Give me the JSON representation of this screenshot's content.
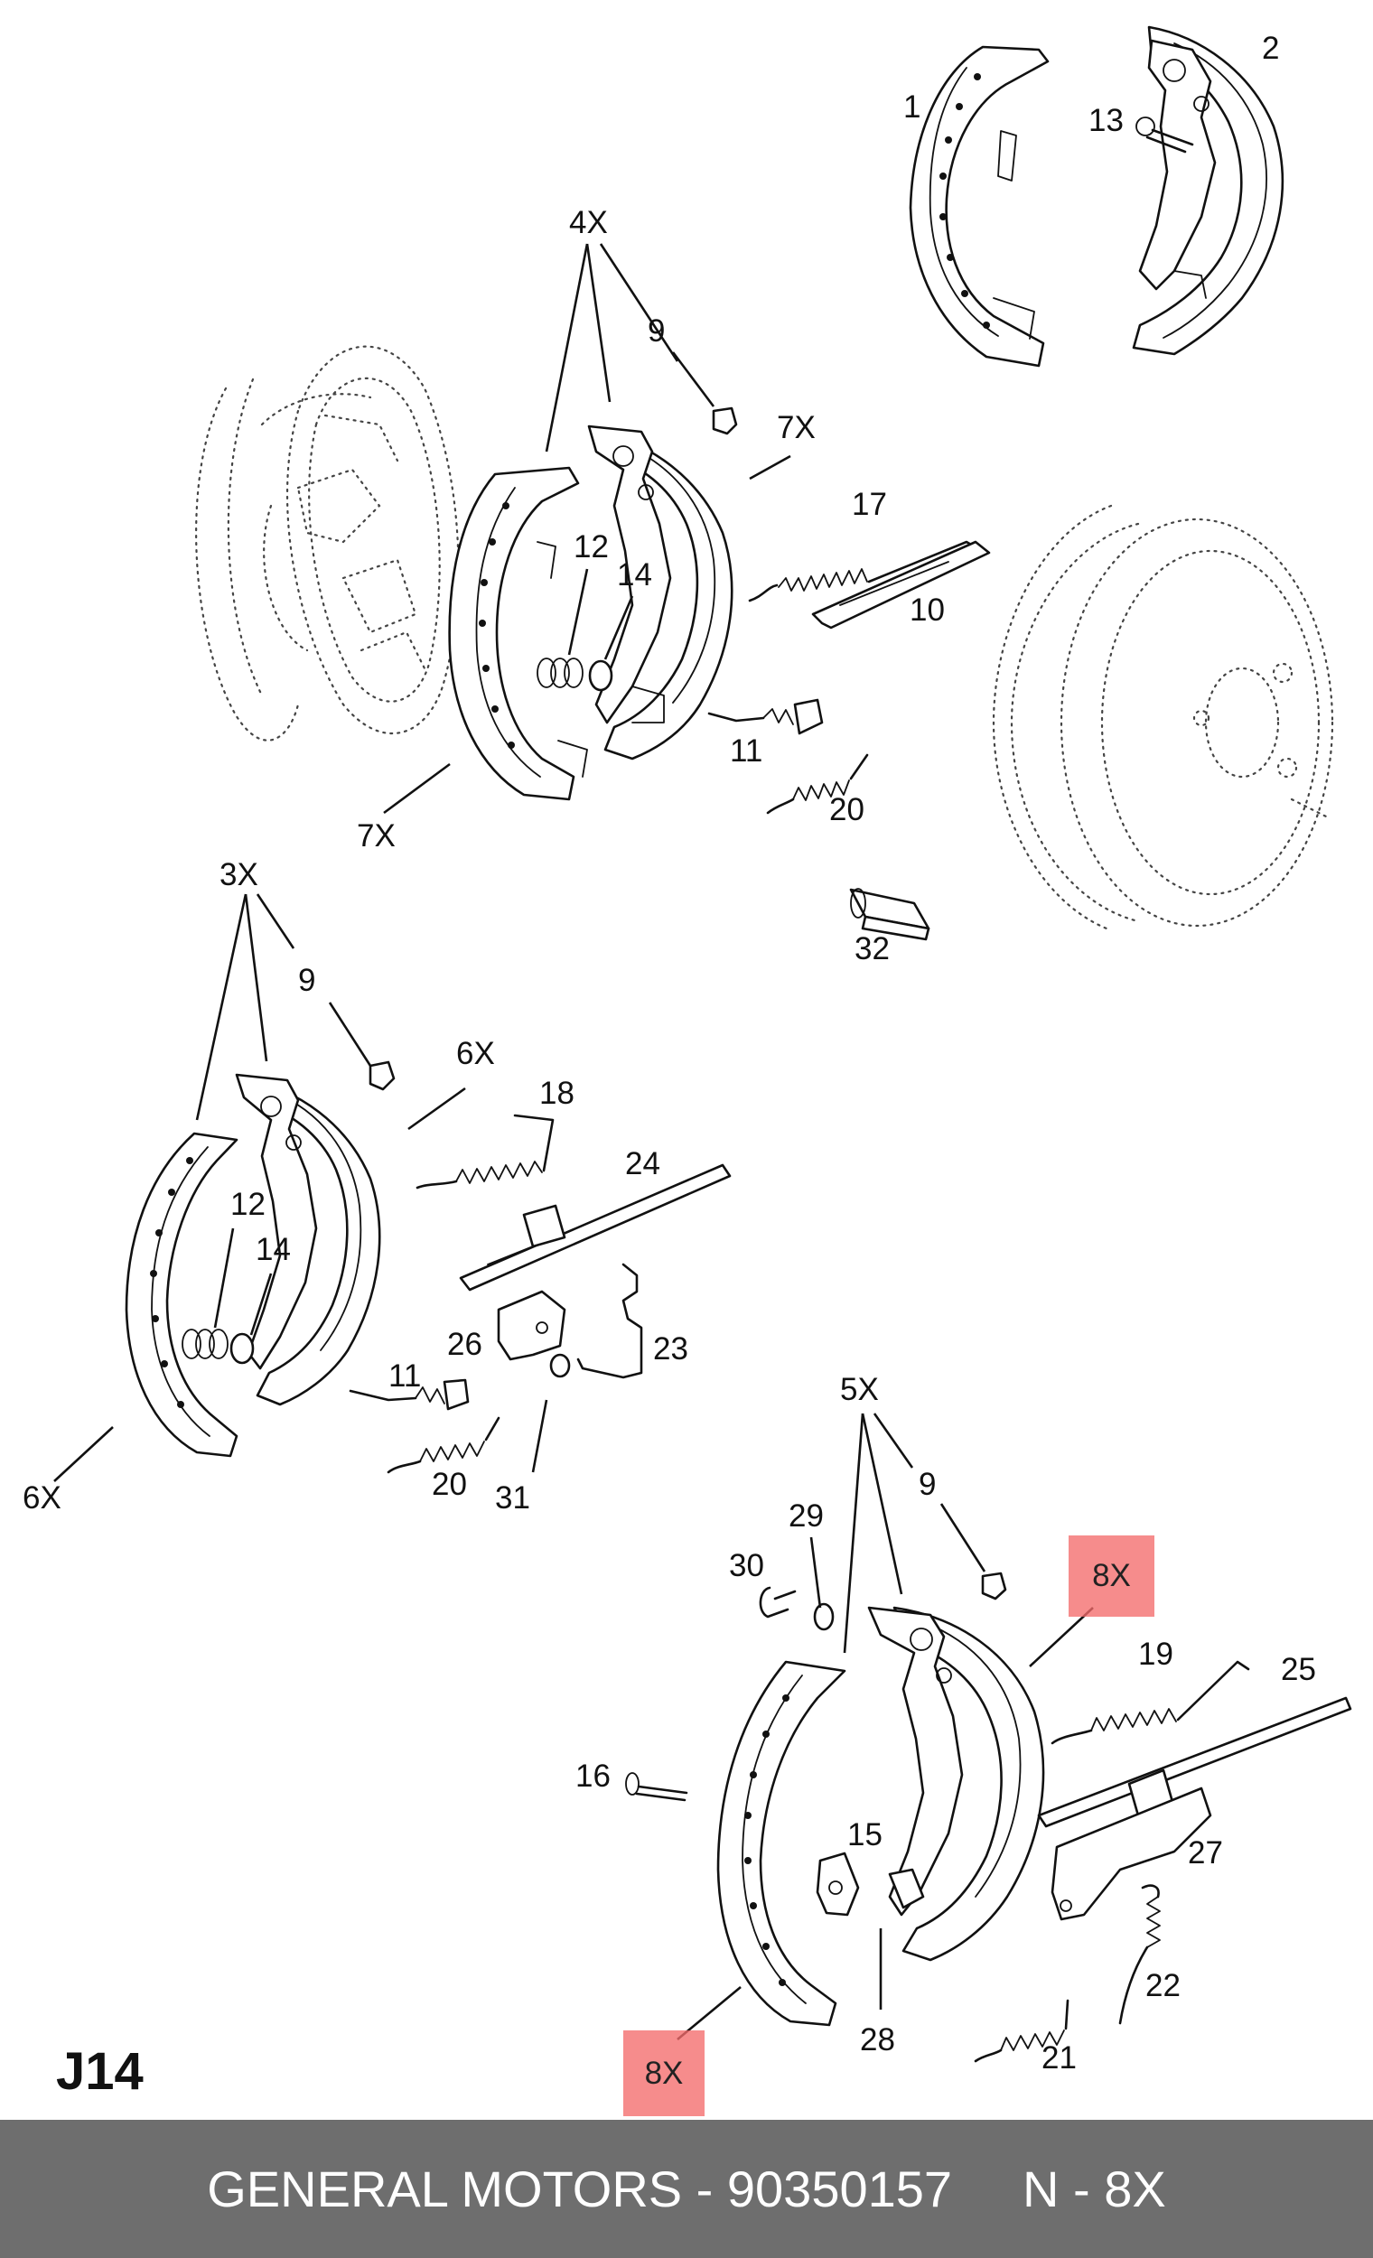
{
  "diagram": {
    "callouts": {
      "c1": "1",
      "c2": "2",
      "c13": "13",
      "c4x": "4X",
      "c9a": "9",
      "c7x_top": "7X",
      "c17": "17",
      "c10": "10",
      "c12a": "12",
      "c14a": "14",
      "c11a": "11",
      "c20a": "20",
      "c7x_bottom": "7X",
      "c32": "32",
      "c3x": "3X",
      "c9b": "9",
      "c6x_top": "6X",
      "c18": "18",
      "c24": "24",
      "c12b": "12",
      "c14b": "14",
      "c26": "26",
      "c23": "23",
      "c11b": "11",
      "c20b": "20",
      "c31": "31",
      "c6x_bottom": "6X",
      "c5x": "5X",
      "c29": "29",
      "c9c": "9",
      "c30": "30",
      "c8x_top": "8X",
      "c19": "19",
      "c25": "25",
      "c16": "16",
      "c15": "15",
      "c27": "27",
      "c22": "22",
      "c28": "28",
      "c21": "21",
      "c8x_bottom": "8X"
    },
    "highlight_color": "#f46c6c",
    "page_code": "J14"
  },
  "footer": {
    "text": "GENERAL MOTORS - 90350157",
    "note": "N - 8X",
    "background": "#6e6e6e"
  }
}
